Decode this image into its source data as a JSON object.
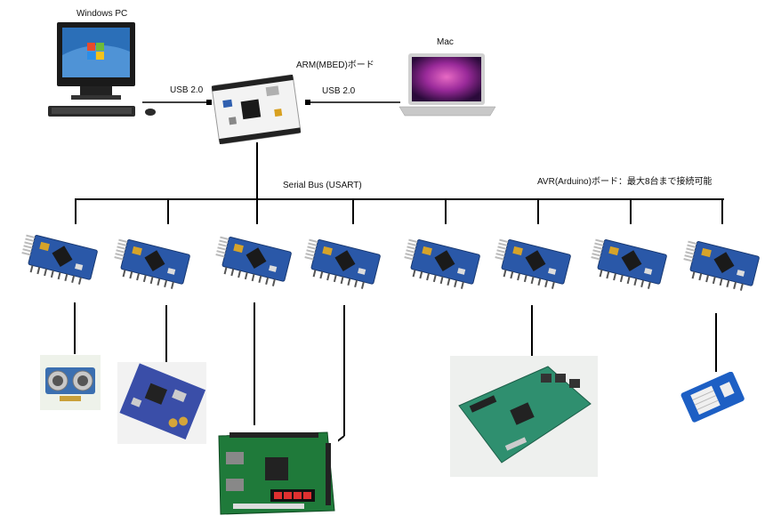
{
  "labels": {
    "windows_pc": "Windows PC",
    "usb_left": "USB 2.0",
    "arm_board": "ARM(MBED)ボード",
    "usb_right": "USB 2.0",
    "mac": "Mac",
    "serial_bus": "Serial Bus (USART)",
    "avr_note": "AVR(Arduino)ボード：最大8台まで接続可能"
  },
  "colors": {
    "board_blue": "#2a58a8",
    "pcb_green": "#1f7a3a",
    "sensor_blue": "#1d5fc4"
  },
  "avr_board_count": 8,
  "peripherals": [
    {
      "icon": "ultrasonic-sensor-icon"
    },
    {
      "icon": "adc-board-icon"
    },
    {
      "icon": "spartan3-fpga-board-icon"
    },
    {
      "icon": "arm-dev-board-icon"
    },
    {
      "icon": "humidity-sensor-icon"
    }
  ]
}
